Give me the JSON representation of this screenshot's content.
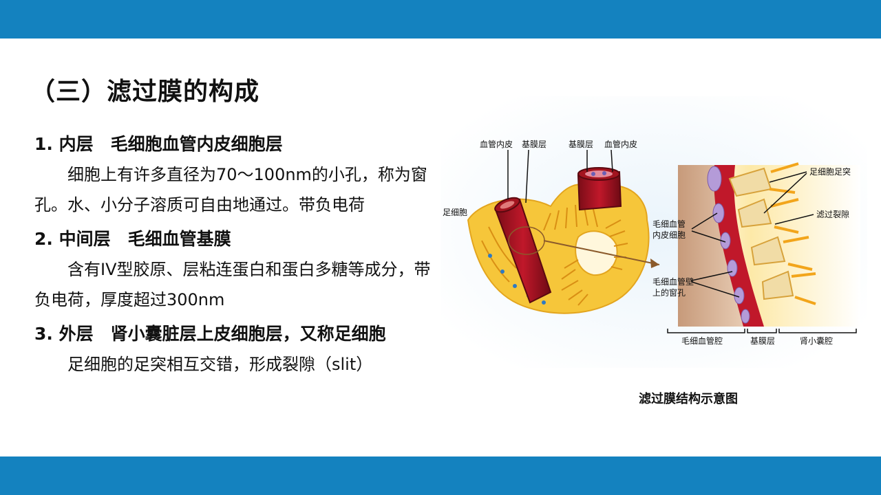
{
  "slide": {
    "title": "（三）滤过膜的构成",
    "sections": [
      {
        "heading": "1. 内层　毛细胞血管内皮细胞层",
        "text": "细胞上有许多直径为70～100nm的小孔，称为窗孔。水、小分子溶质可自由地通过。带负电荷"
      },
      {
        "heading": "2. 中间层　毛细血管基膜",
        "text": "含有IV型胶原、层粘连蛋白和蛋白多糖等成分，带负电荷，厚度超过300nm"
      },
      {
        "heading": "3. 外层　肾小囊脏层上皮细胞层，又称足细胞",
        "text": "足细胞的足突相互交错，形成裂隙（slit）"
      }
    ]
  },
  "figure": {
    "caption": "滤过膜结构示意图",
    "labels": {
      "left_endothelium": "血管内皮",
      "left_basement": "基膜层",
      "mid_basement": "基膜层",
      "mid_endothelium": "血管内皮",
      "podocyte": "足细胞",
      "foot_process": "足细胞足突",
      "filtration_slit": "滤过裂隙",
      "cap_endothelium": "毛细血管内皮细胞",
      "cap_endothelium_line1": "毛细血管",
      "cap_endothelium_line2": "内皮细胞",
      "fenestra_line1": "毛细血管壁",
      "fenestra_line2": "上的窗孔",
      "capillary_lumen": "毛细血管腔",
      "basement_bottom": "基膜层",
      "capsule_space": "肾小囊腔"
    }
  },
  "colors": {
    "band": "#1482bf",
    "vessel_red": "#c0182a",
    "podocyte_yellow": "#f6c63a"
  }
}
